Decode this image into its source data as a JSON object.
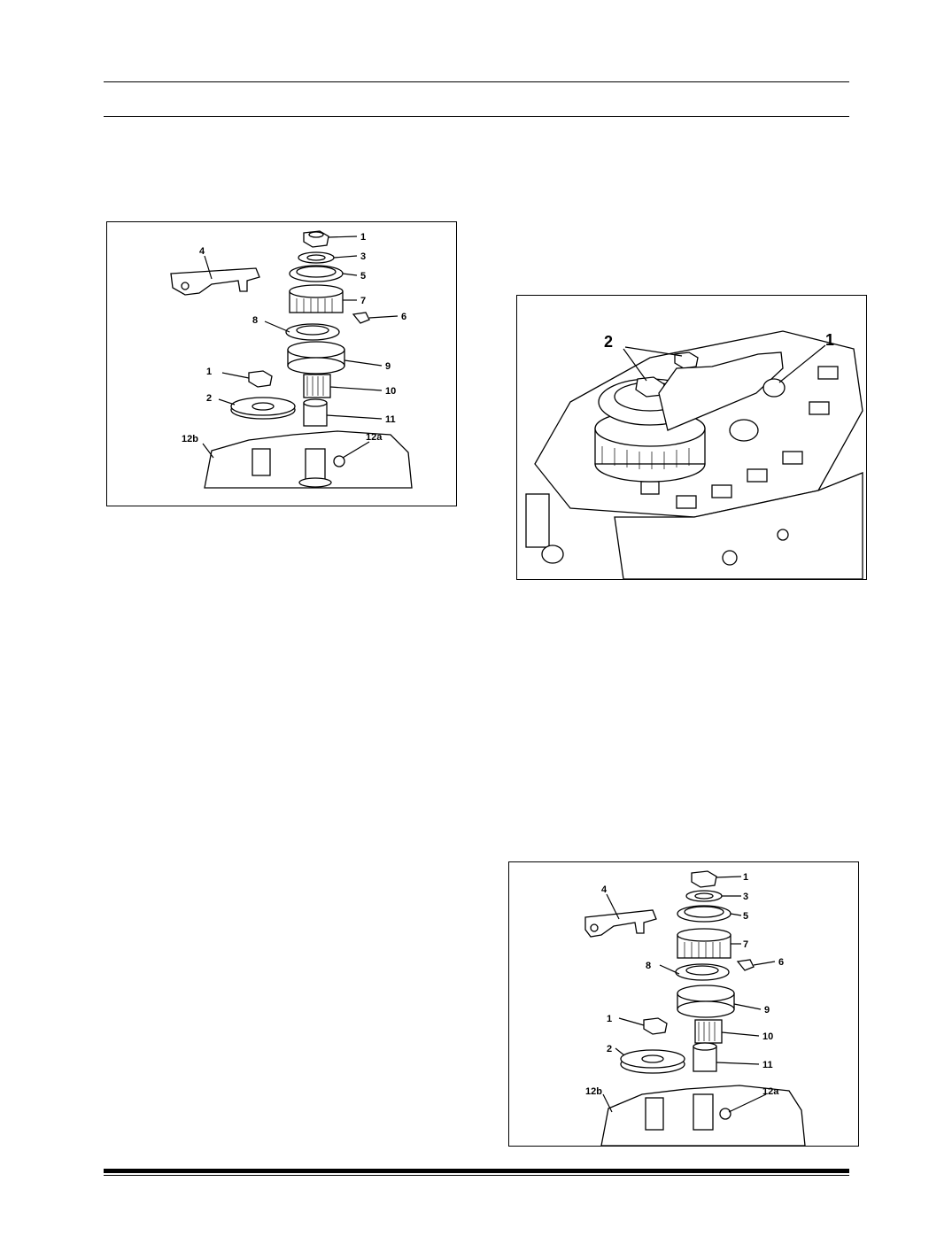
{
  "figures": [
    {
      "callouts": [
        "1",
        "3",
        "4",
        "5",
        "7",
        "6",
        "8",
        "9",
        "1",
        "10",
        "2",
        "11",
        "12b",
        "12a"
      ]
    },
    {
      "callouts": [
        "2",
        "1"
      ]
    },
    {
      "callouts": [
        "1",
        "3",
        "4",
        "5",
        "7",
        "6",
        "8",
        "9",
        "1",
        "10",
        "2",
        "11",
        "12b",
        "12a"
      ]
    }
  ]
}
